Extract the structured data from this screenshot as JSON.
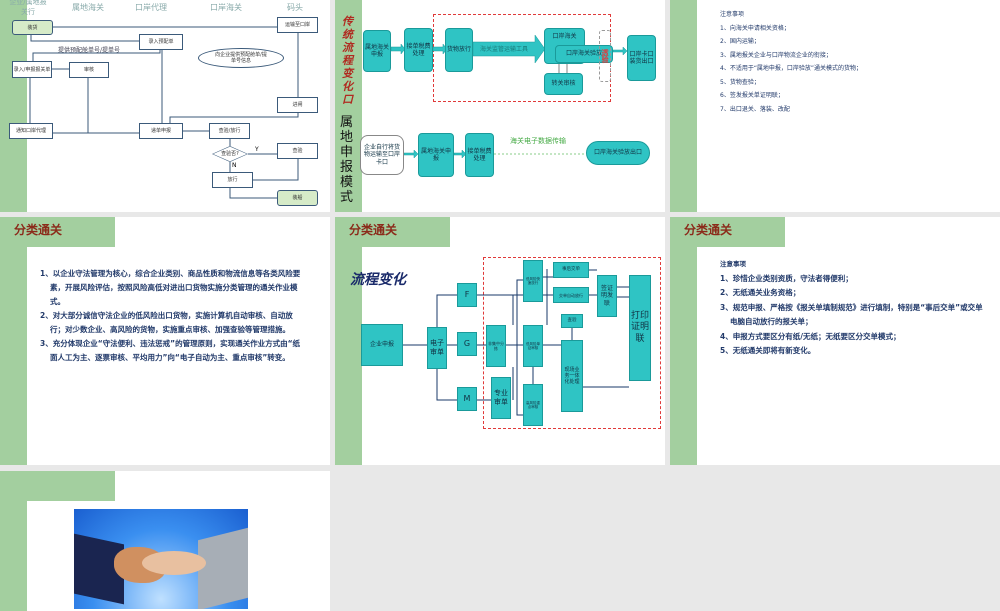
{
  "slide1": {
    "lanes": [
      "企业/属地报关行",
      "属地海关",
      "口岸代理",
      "口岸海关",
      "码头"
    ],
    "boxes": {
      "load": "装货",
      "transport": "运输至口岸",
      "enter_manifest": "录入预配单",
      "provide": "提供预配舱单号/提单号",
      "bubble": "向企业提供预配舱单/提单号信息",
      "declare": "录入/申报报关单",
      "review": "审核",
      "gate": "进闸",
      "notify": "通知口岸代理",
      "submit": "递单申报",
      "inspect_release": "查验/放行",
      "inspect_q": "查验否?",
      "yes": "Y",
      "no": "N",
      "inspect": "查验",
      "release": "放行",
      "ship": "装船"
    }
  },
  "slide2": {
    "side_top": "传统流程变化口",
    "side_bottom": "属地申报模式",
    "boxes": {
      "local_declare": "属地海关申报",
      "accept_tax": "接单税费处理",
      "goods_release": "货物放行",
      "port_customs": "口岸海关",
      "port_release": "口岸海关验放",
      "transfer": "转关审核",
      "through": "透验",
      "port_exit": "口岸卡口装货出口",
      "supervise": "海关监管运输工具",
      "self_transport": "企业自行将货物运输至口岸卡口",
      "local_declare2": "属地海关申报",
      "accept_tax2": "接单税费处理",
      "edata": "海关电子数据传输",
      "port_exit2": "口岸海关验放出口"
    }
  },
  "slide3": {
    "heading": "注意事项",
    "items": [
      "1、向海关申请相关资格；",
      "2、国内运输；",
      "3、属地报关企业与口岸物流企业的衔接；",
      "4、不适用于“属地申报，口岸验放”通关模式的货物；",
      "5、货物查验；",
      "6、签发报关单证明联；",
      "7、出口退关、落装、改配"
    ]
  },
  "slide4": {
    "title": "分类通关",
    "items": [
      "1、以企业守法管理为核心，综合企业类别、商品性质和物流信息等各类风险要素，开展风险评估，按照风险高低对进出口货物实施分类管理的通关作业模式。",
      "2、对大部分诚信守法企业的低风险出口货物，实施计算机自动审核、自动放行；对少数企业、高风险的货物，实施重点审核、加强查验等管理措施。",
      "3、充分体现企业“守法便利、违法惩戒”的管理原则，实现通关作业方式由“纸面人工为主、逐票审核、平均用力”向“电子自动为主、重点审核”转变。"
    ]
  },
  "slide5": {
    "title": "分类通关",
    "overlay": "流程变化",
    "boxes": {
      "enterprise": "企业申报",
      "edi": "电子审单",
      "f": "F",
      "g": "G",
      "m": "M",
      "sort": "非集中分拣",
      "expert": "专业审单",
      "fast": "低风险快速放行",
      "doc": "低风险单证审核",
      "focus": "高风险重点审核",
      "after": "事后交单",
      "auto": "交单自动放行",
      "check": "查验",
      "onsite": "现场业务一体化处理",
      "sign": "签证明发联",
      "print": "打印证明联"
    }
  },
  "slide6": {
    "title": "分类通关",
    "heading": "注意事项",
    "items": [
      "1、珍惜企业类别资质，守法者得便利；",
      "2、无纸通关业务资格；",
      "3、规范申报、严格按《报关单填制规范》进行填制，特别是“事后交单”或交单电脑自动放行的报关单；",
      "4、申报方式要区分有纸/无纸；无纸要区分交单模式；",
      "5、无纸通关即将有新变化。"
    ]
  },
  "slide7": {
    "image": "handshake"
  },
  "colors": {
    "accent_green": "#a3cf9f",
    "teal": "#2fc4c4",
    "title_red": "#8b2a1a",
    "dash_red": "#e03a3a"
  }
}
